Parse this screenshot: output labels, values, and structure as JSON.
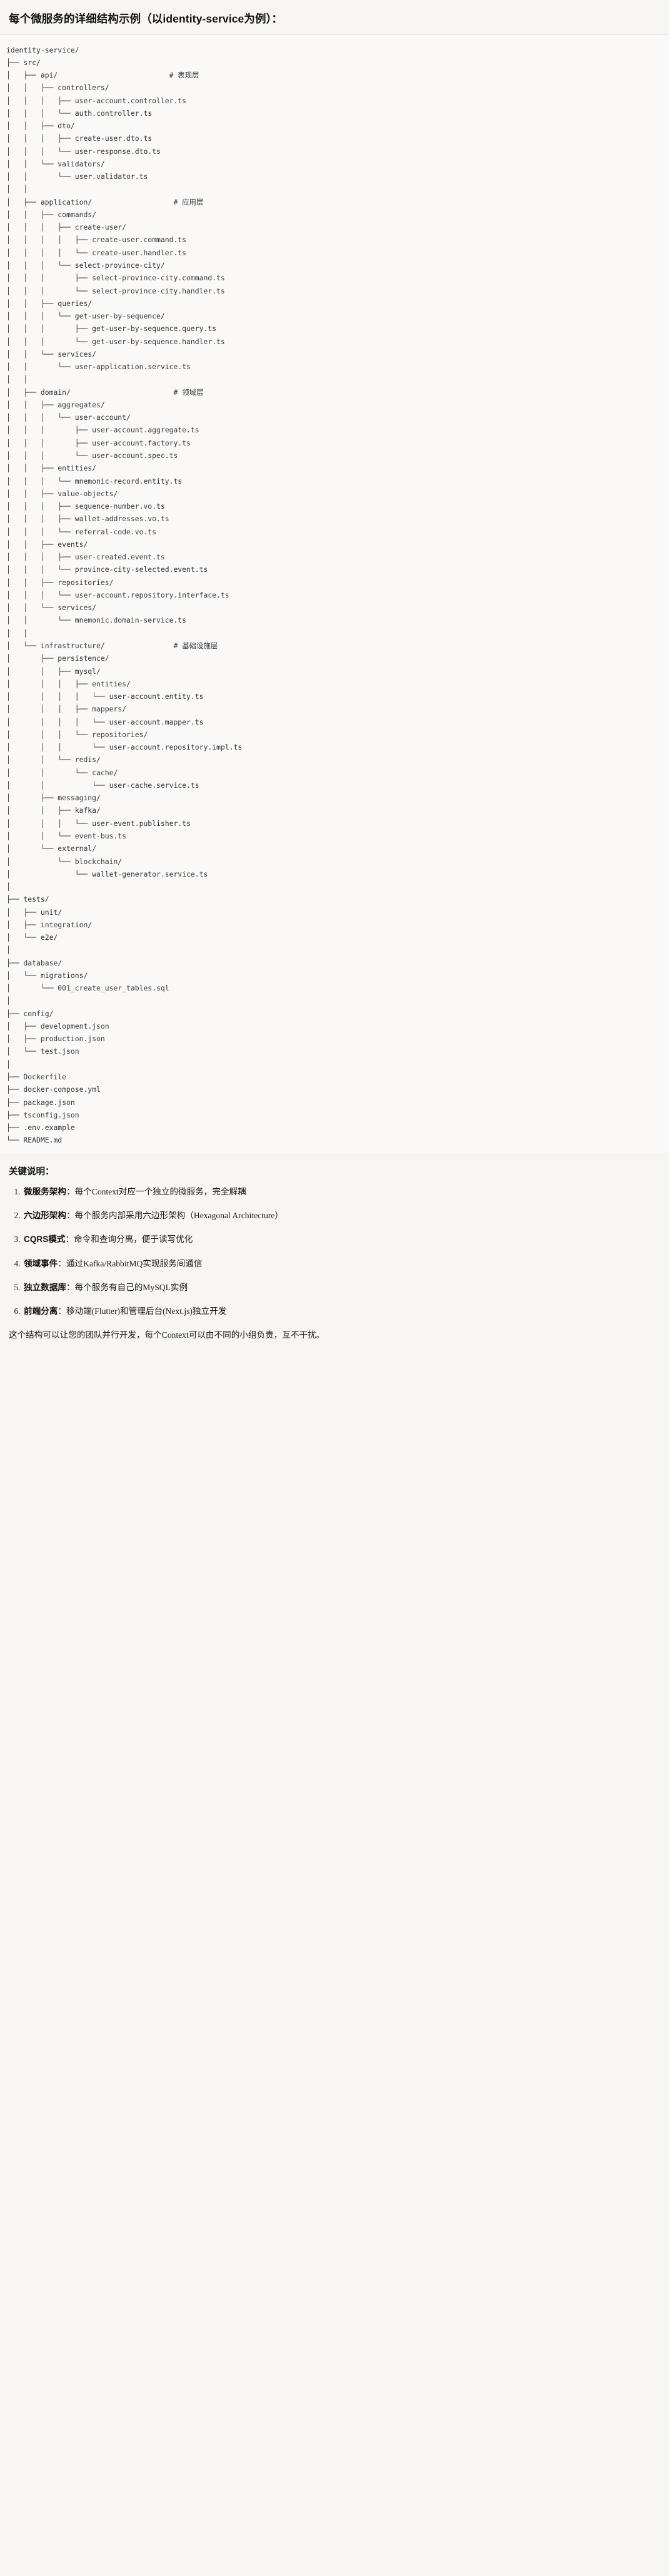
{
  "heading": "每个微服务的详细结构示例（以identity-service为例）：",
  "tree": {
    "lines": [
      "identity-service/",
      "├── src/",
      "│   ├── api/                          # 表现层",
      "│   │   ├── controllers/",
      "│   │   │   ├── user-account.controller.ts",
      "│   │   │   └── auth.controller.ts",
      "│   │   ├── dto/",
      "│   │   │   ├── create-user.dto.ts",
      "│   │   │   └── user-response.dto.ts",
      "│   │   └── validators/",
      "│   │       └── user.validator.ts",
      "│   │",
      "│   ├── application/                   # 应用层",
      "│   │   ├── commands/",
      "│   │   │   ├── create-user/",
      "│   │   │   │   ├── create-user.command.ts",
      "│   │   │   │   └── create-user.handler.ts",
      "│   │   │   └── select-province-city/",
      "│   │   │       ├── select-province-city.command.ts",
      "│   │   │       └── select-province-city.handler.ts",
      "│   │   ├── queries/",
      "│   │   │   └── get-user-by-sequence/",
      "│   │   │       ├── get-user-by-sequence.query.ts",
      "│   │   │       └── get-user-by-sequence.handler.ts",
      "│   │   └── services/",
      "│   │       └── user-application.service.ts",
      "│   │",
      "│   ├── domain/                        # 领域层",
      "│   │   ├── aggregates/",
      "│   │   │   └── user-account/",
      "│   │   │       ├── user-account.aggregate.ts",
      "│   │   │       ├── user-account.factory.ts",
      "│   │   │       └── user-account.spec.ts",
      "│   │   ├── entities/",
      "│   │   │   └── mnemonic-record.entity.ts",
      "│   │   ├── value-objects/",
      "│   │   │   ├── sequence-number.vo.ts",
      "│   │   │   ├── wallet-addresses.vo.ts",
      "│   │   │   └── referral-code.vo.ts",
      "│   │   ├── events/",
      "│   │   │   ├── user-created.event.ts",
      "│   │   │   └── province-city-selected.event.ts",
      "│   │   ├── repositories/",
      "│   │   │   └── user-account.repository.interface.ts",
      "│   │   └── services/",
      "│   │       └── mnemonic.domain-service.ts",
      "│   │",
      "│   └── infrastructure/                # 基础设施层",
      "│       ├── persistence/",
      "│       │   ├── mysql/",
      "│       │   │   ├── entities/",
      "│       │   │   │   └── user-account.entity.ts",
      "│       │   │   ├── mappers/",
      "│       │   │   │   └── user-account.mapper.ts",
      "│       │   │   └── repositories/",
      "│       │   │       └── user-account.repository.impl.ts",
      "│       │   └── redis/",
      "│       │       └── cache/",
      "│       │           └── user-cache.service.ts",
      "│       ├── messaging/",
      "│       │   ├── kafka/",
      "│       │   │   └── user-event.publisher.ts",
      "│       │   └── event-bus.ts",
      "│       └── external/",
      "│           └── blockchain/",
      "│               └── wallet-generator.service.ts",
      "│",
      "├── tests/",
      "│   ├── unit/",
      "│   ├── integration/",
      "│   └── e2e/",
      "│",
      "├── database/",
      "│   └── migrations/",
      "│       └── 001_create_user_tables.sql",
      "│",
      "├── config/",
      "│   ├── development.json",
      "│   ├── production.json",
      "│   └── test.json",
      "│",
      "├── Dockerfile",
      "├── docker-compose.yml",
      "├── package.json",
      "├── tsconfig.json",
      "├── .env.example",
      "└── README.md"
    ]
  },
  "keys": {
    "title": "关键说明：",
    "items": [
      {
        "term": "微服务架构",
        "sep": "：",
        "desc": "每个Context对应一个独立的微服务，完全解耦"
      },
      {
        "term": "六边形架构",
        "sep": "：",
        "desc": "每个服务内部采用六边形架构（Hexagonal Architecture）"
      },
      {
        "term": "CQRS模式",
        "sep": "：",
        "desc": "命令和查询分离，便于读写优化"
      },
      {
        "term": "领域事件",
        "sep": "：",
        "desc": "通过Kafka/RabbitMQ实现服务间通信"
      },
      {
        "term": "独立数据库",
        "sep": "：",
        "desc": "每个服务有自己的MySQL实例"
      },
      {
        "term": "前端分离",
        "sep": "：",
        "desc": "移动端(Flutter)和管理后台(Next.js)独立开发"
      }
    ]
  },
  "closing": "这个结构可以让您的团队并行开发，每个Context可以由不同的小组负责，互不干扰。"
}
